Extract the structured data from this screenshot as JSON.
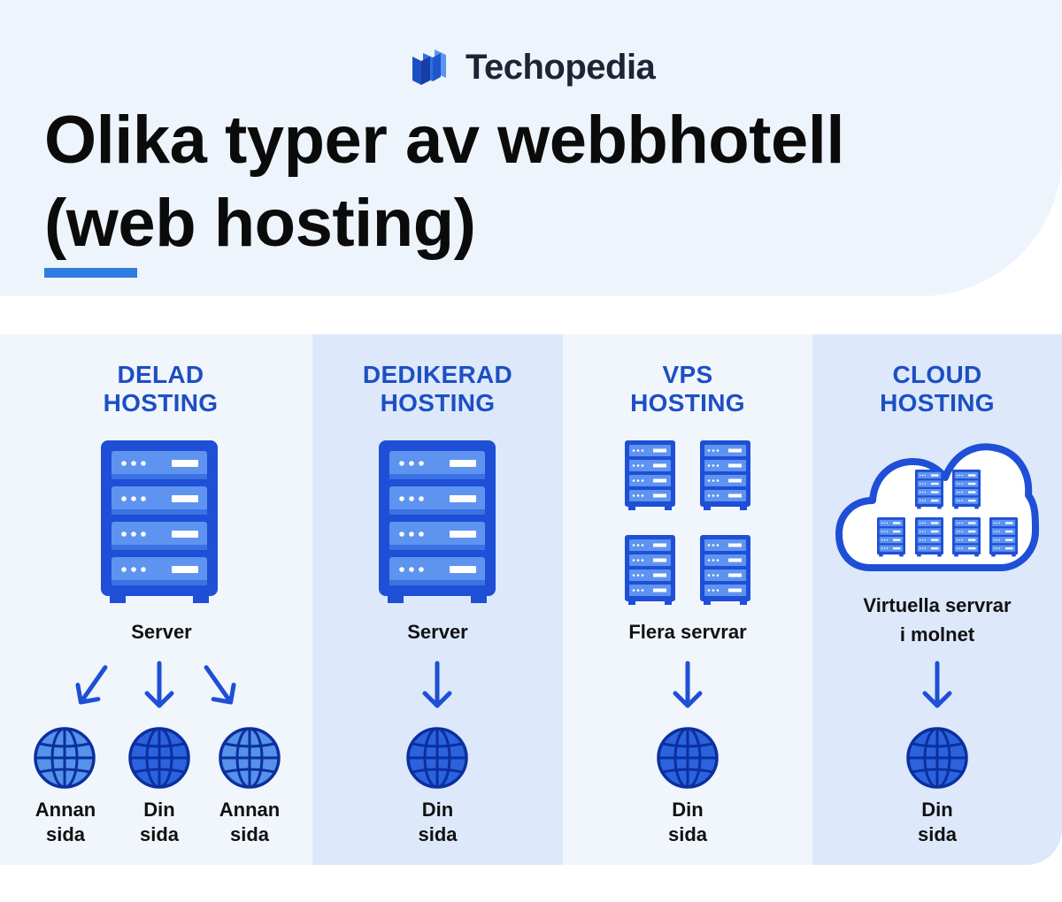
{
  "brand": {
    "name": "Techopedia",
    "icon": "techopedia-logo-icon"
  },
  "title": {
    "line1": "Olika typer av webbhotell",
    "line2": "(web hosting)"
  },
  "colors": {
    "accent": "#2f7de1",
    "heading_blue": "#1d4fc4",
    "server_blue": "#1e4fd6",
    "header_bg": "#eef4fc",
    "column_light": "#f1f6fd",
    "column_dark": "#dde9fa"
  },
  "columns": [
    {
      "title_line1": "DELAD",
      "title_line2": "HOSTING",
      "resource_label": "Server",
      "sites": [
        {
          "line1": "Annan",
          "line2": "sida"
        },
        {
          "line1": "Din",
          "line2": "sida"
        },
        {
          "line1": "Annan",
          "line2": "sida"
        }
      ]
    },
    {
      "title_line1": "DEDIKERAD",
      "title_line2": "HOSTING",
      "resource_label": "Server",
      "sites": [
        {
          "line1": "Din",
          "line2": "sida"
        }
      ]
    },
    {
      "title_line1": "VPS",
      "title_line2": "HOSTING",
      "resource_label": "Flera servrar",
      "sites": [
        {
          "line1": "Din",
          "line2": "sida"
        }
      ]
    },
    {
      "title_line1": "CLOUD",
      "title_line2": "HOSTING",
      "resource_label_line1": "Virtuella servrar",
      "resource_label_line2": "i molnet",
      "sites": [
        {
          "line1": "Din",
          "line2": "sida"
        }
      ]
    }
  ]
}
